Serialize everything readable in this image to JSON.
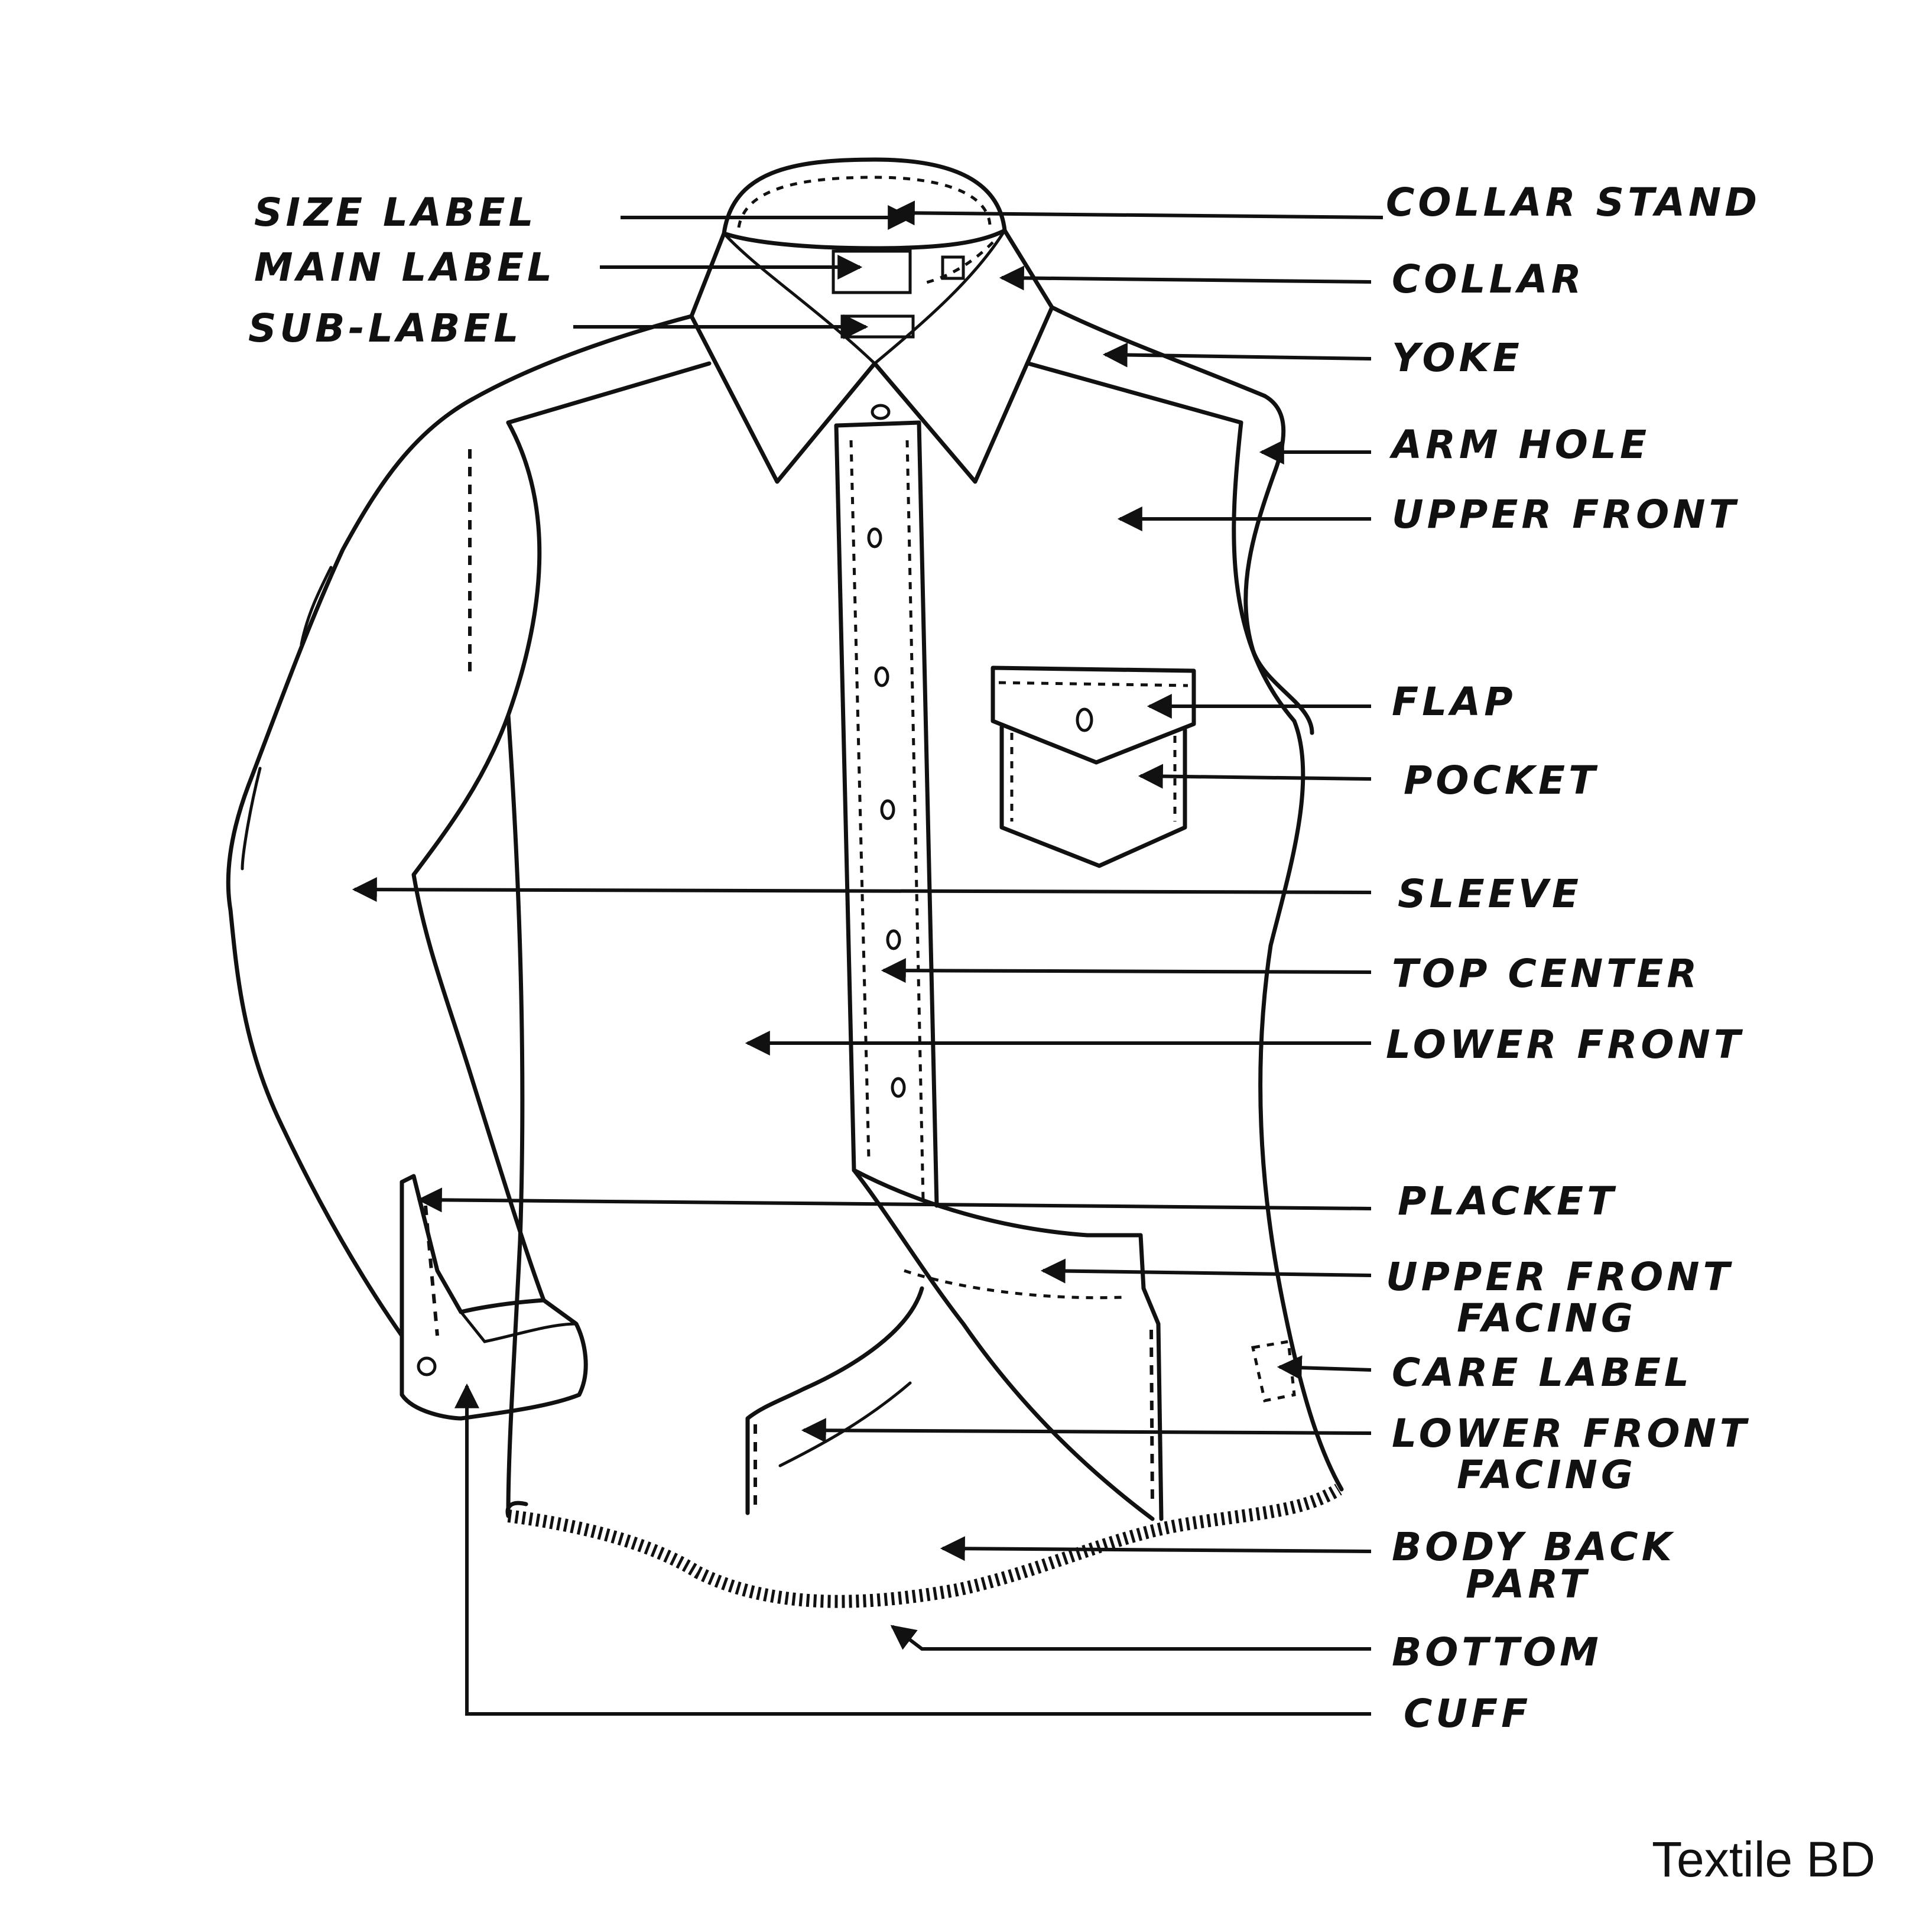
{
  "labels": {
    "size_label": "SIZE LABEL",
    "main_label": "MAIN LABEL",
    "sub_label": "SUB-LABEL",
    "collar_stand": "COLLAR STAND",
    "collar": "COLLAR",
    "yoke": "YOKE",
    "arm_hole": "ARM HOLE",
    "upper_front": "UPPER FRONT",
    "flap": "FLAP",
    "pocket": "POCKET",
    "sleeve": "SLEEVE",
    "top_center": "TOP CENTER",
    "lower_front": "LOWER FRONT",
    "placket": "PLACKET",
    "upper_front_facing_line1": "UPPER FRONT",
    "upper_front_facing_line2": "FACING",
    "care_label": "CARE LABEL",
    "lower_front_facing_line1": "LOWER FRONT",
    "lower_front_facing_line2": "FACING",
    "body_back_part_line1": "BODY BACK",
    "body_back_part_line2": "PART",
    "bottom": "BOTTOM",
    "cuff": "CUFF"
  },
  "watermark": "Textile BD",
  "colors": {
    "ink": "#111111",
    "background": "#ffffff"
  }
}
